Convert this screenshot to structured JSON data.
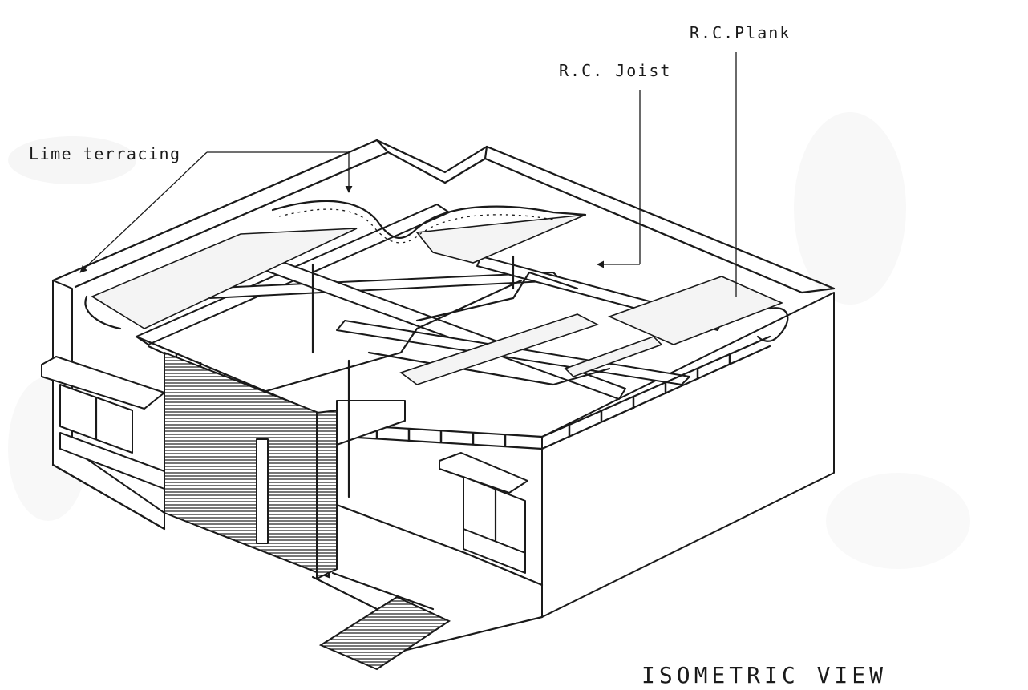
{
  "labels": {
    "lime_terracing": "Lime terracing",
    "rc_joist": "R.C. Joist",
    "rc_plank": "R.C.Plank",
    "view_title": "ISOMETRIC VIEW"
  },
  "colors": {
    "ink": "#1a1a1a",
    "paper": "#ffffff",
    "smudge": "#eeeeee"
  }
}
